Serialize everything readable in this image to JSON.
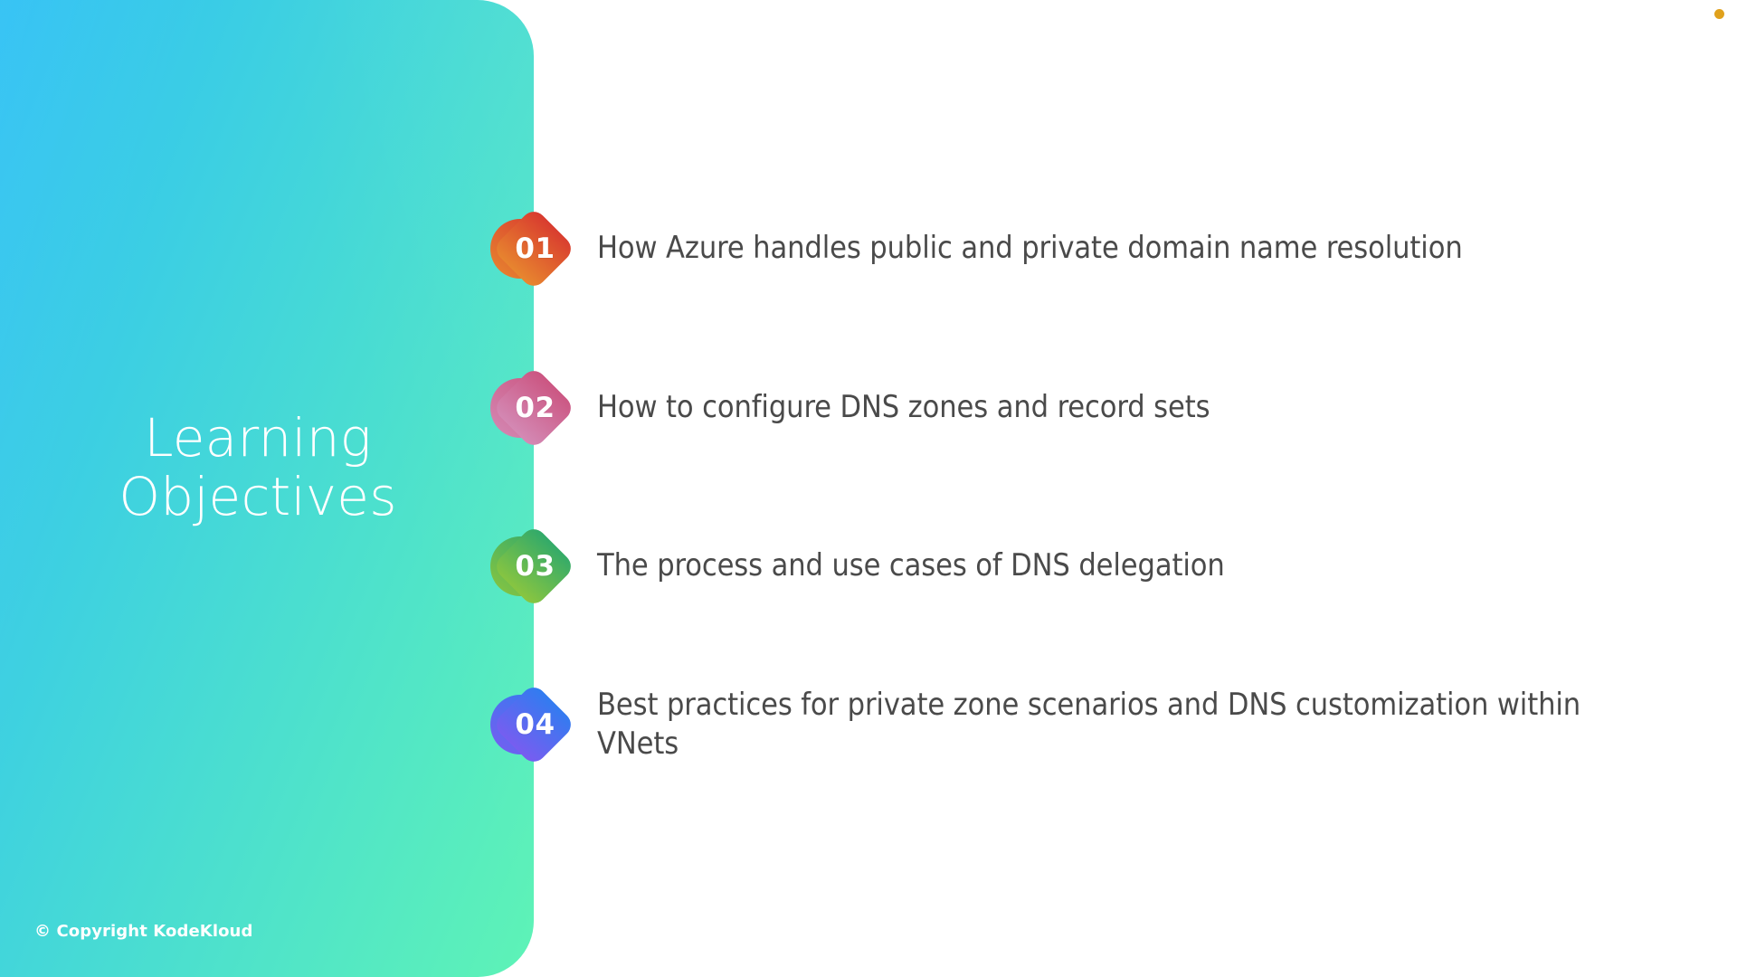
{
  "slide": {
    "title": "Learning\nObjectives",
    "copyright": "© Copyright KodeKloud",
    "background_color": "#ffffff",
    "panel_gradient_from": "#2ec0f5",
    "panel_gradient_to": "#5ef3b6",
    "text_color": "#4a4a4a",
    "corner_dot_color": "#e0a11c"
  },
  "objectives": [
    {
      "number": "01",
      "text": "How Azure handles public and private domain name resolution",
      "color_from": "#e8892f",
      "color_to": "#d8392f"
    },
    {
      "number": "02",
      "text": "How to configure DNS zones and record sets",
      "color_from": "#d48bb6",
      "color_to": "#cb5480"
    },
    {
      "number": "03",
      "text": "The process and use cases of DNS delegation",
      "color_from": "#8cc63f",
      "color_to": "#2fa96b"
    },
    {
      "number": "04",
      "text": "Best practices for private zone scenarios and DNS customization within VNets",
      "color_from": "#7a5cf0",
      "color_to": "#2f7df0"
    }
  ]
}
